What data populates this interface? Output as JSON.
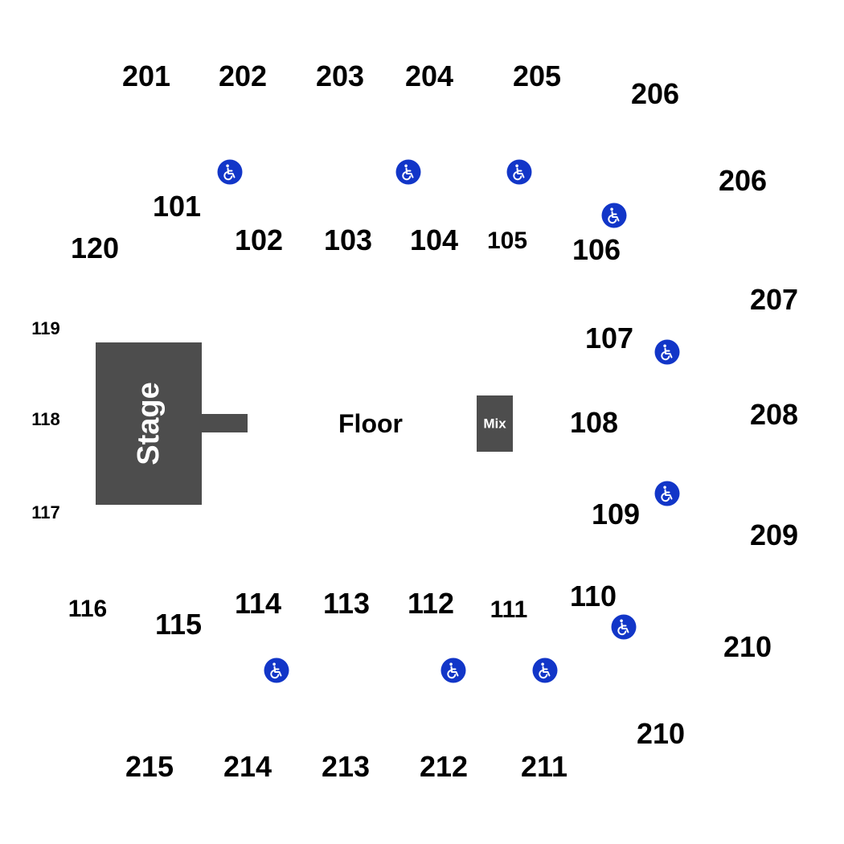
{
  "map": {
    "stage_label": "Stage",
    "floor_label": "Floor",
    "mix_label": "Mix",
    "colors": {
      "block": "#4d4d4d",
      "accessible": "#1236c8",
      "text": "#000000"
    },
    "icon": "wheelchair-icon",
    "sections": {
      "s201": "201",
      "s202": "202",
      "s203": "203",
      "s204": "204",
      "s205": "205",
      "s206a": "206",
      "s206b": "206",
      "s207": "207",
      "s208": "208",
      "s209": "209",
      "s210a": "210",
      "s210b": "210",
      "s211": "211",
      "s212": "212",
      "s213": "213",
      "s214": "214",
      "s215": "215",
      "s101": "101",
      "s102": "102",
      "s103": "103",
      "s104": "104",
      "s105": "105",
      "s106": "106",
      "s107": "107",
      "s108": "108",
      "s109": "109",
      "s110": "110",
      "s111": "111",
      "s112": "112",
      "s113": "113",
      "s114": "114",
      "s115": "115",
      "s116": "116",
      "s117": "117",
      "s118": "118",
      "s119": "119",
      "s120": "120"
    }
  }
}
